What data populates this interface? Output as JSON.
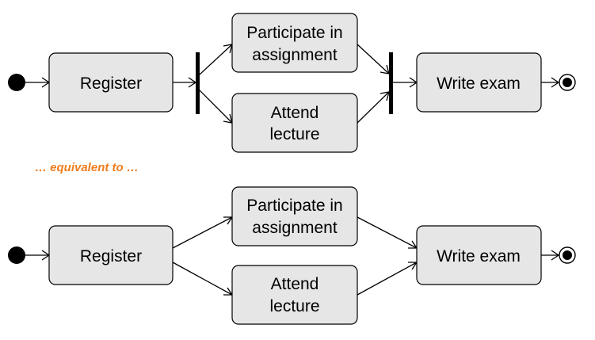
{
  "colors": {
    "node_fill": "#e6e6e6",
    "line": "#000000",
    "note": "#f07d1e"
  },
  "top_diagram": {
    "register": "Register",
    "participate_line1": "Participate in",
    "participate_line2": "assignment",
    "attend_line1": "Attend",
    "attend_line2": "lecture",
    "write_exam": "Write exam"
  },
  "note": "… equivalent to …",
  "bottom_diagram": {
    "register": "Register",
    "participate_line1": "Participate in",
    "participate_line2": "assignment",
    "attend_line1": "Attend",
    "attend_line2": "lecture",
    "write_exam": "Write exam"
  }
}
